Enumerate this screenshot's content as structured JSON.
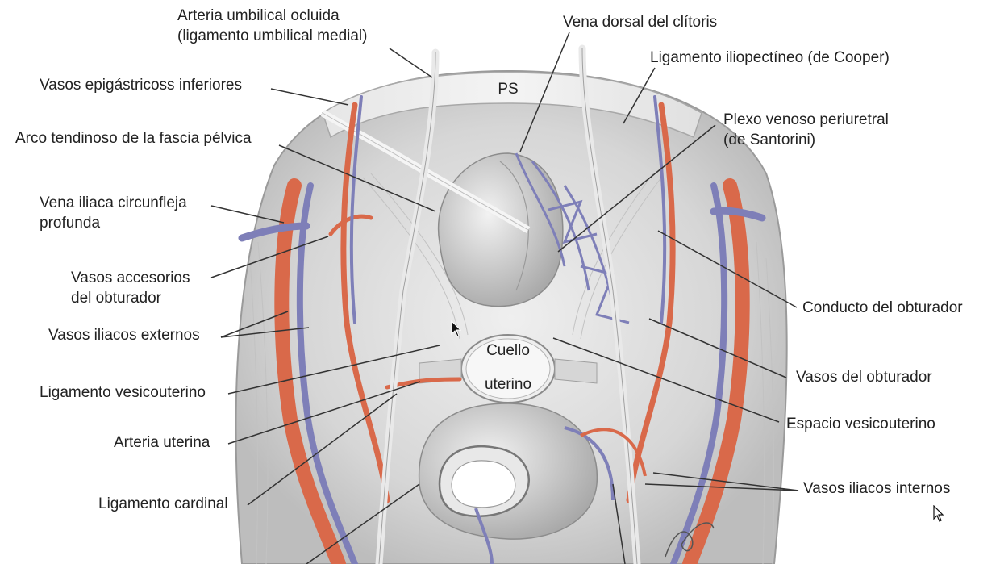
{
  "labels": {
    "arteria_umbilical_1": "Arteria umbilical ocluida",
    "arteria_umbilical_2": "(ligamento umbilical medial)",
    "vena_dorsal": "Vena dorsal del clítoris",
    "ligamento_cooper": "Ligamento iliopectíneo (de Cooper)",
    "vasos_epigastricos": "Vasos epigástricoss inferiores",
    "arco_tendinoso": "Arco tendinoso de la fascia pélvica",
    "plexo_1": "Plexo venoso periuretral",
    "plexo_2": "(de Santorini)",
    "vena_iliaca_1": "Vena iliaca circunfleja",
    "vena_iliaca_2": "profunda",
    "vasos_accesorios_1": "Vasos accesorios",
    "vasos_accesorios_2": "del obturador",
    "conducto_obturador": "Conducto del obturador",
    "vasos_iliacos_externos": "Vasos iliacos externos",
    "vasos_obturador": "Vasos del obturador",
    "ligamento_vesicouterino": "Ligamento vesicouterino",
    "espacio_vesicouterino": "Espacio vesicouterino",
    "arteria_uterina": "Arteria uterina",
    "vasos_iliacos_internos": "Vasos iliacos internos",
    "ligamento_cardinal": "Ligamento cardinal"
  },
  "inner_labels": {
    "ps": "PS",
    "cuello_1": "Cuello",
    "cuello_2": "uterino"
  },
  "colors": {
    "artery": "#d9694a",
    "vein": "#7e7fb8",
    "tissue": "#cfcfcf",
    "leader": "#333333"
  },
  "icons": [
    "mouse-pointer-icon"
  ]
}
